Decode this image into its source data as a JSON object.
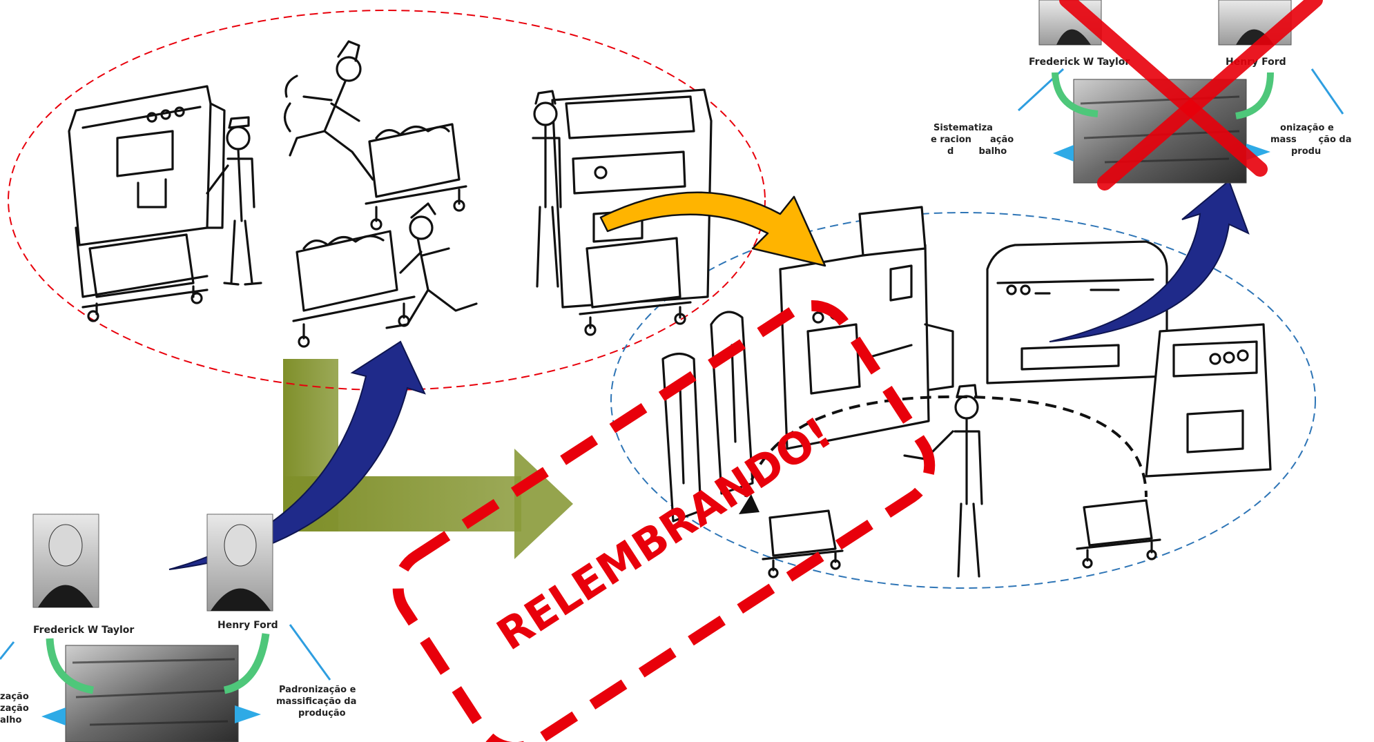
{
  "stamp": {
    "text": "RELEMBRANDO!"
  },
  "fordism_card_bottom": {
    "person_left": "Frederick W Taylor",
    "person_right": "Henry Ford",
    "left_caption": [
      "zação",
      "zação",
      "alho"
    ],
    "right_caption": [
      "Padronização e",
      "massificação da",
      "produção"
    ]
  },
  "fordism_card_top": {
    "person_left": "Frederick W Taylor",
    "person_right": "Henry Ford",
    "left_caption": [
      "Sistematiza",
      "e racion      ação",
      "d        balho"
    ],
    "right_caption": [
      "  onização e",
      "mass       ção da",
      "produ"
    ]
  },
  "colors": {
    "red_ellipse": "#e8000b",
    "blue_ellipse": "#2e75b6",
    "navy_arrow": "#1f2a8a",
    "gold_arrow": "#ffb400",
    "olive_arrow": "#7f8f2a",
    "cross": "#e8000b"
  },
  "icons": [
    "factory-worker-sketch",
    "machine-sketch",
    "cart-sketch",
    "portrait-photo",
    "assembly-line-photo"
  ]
}
